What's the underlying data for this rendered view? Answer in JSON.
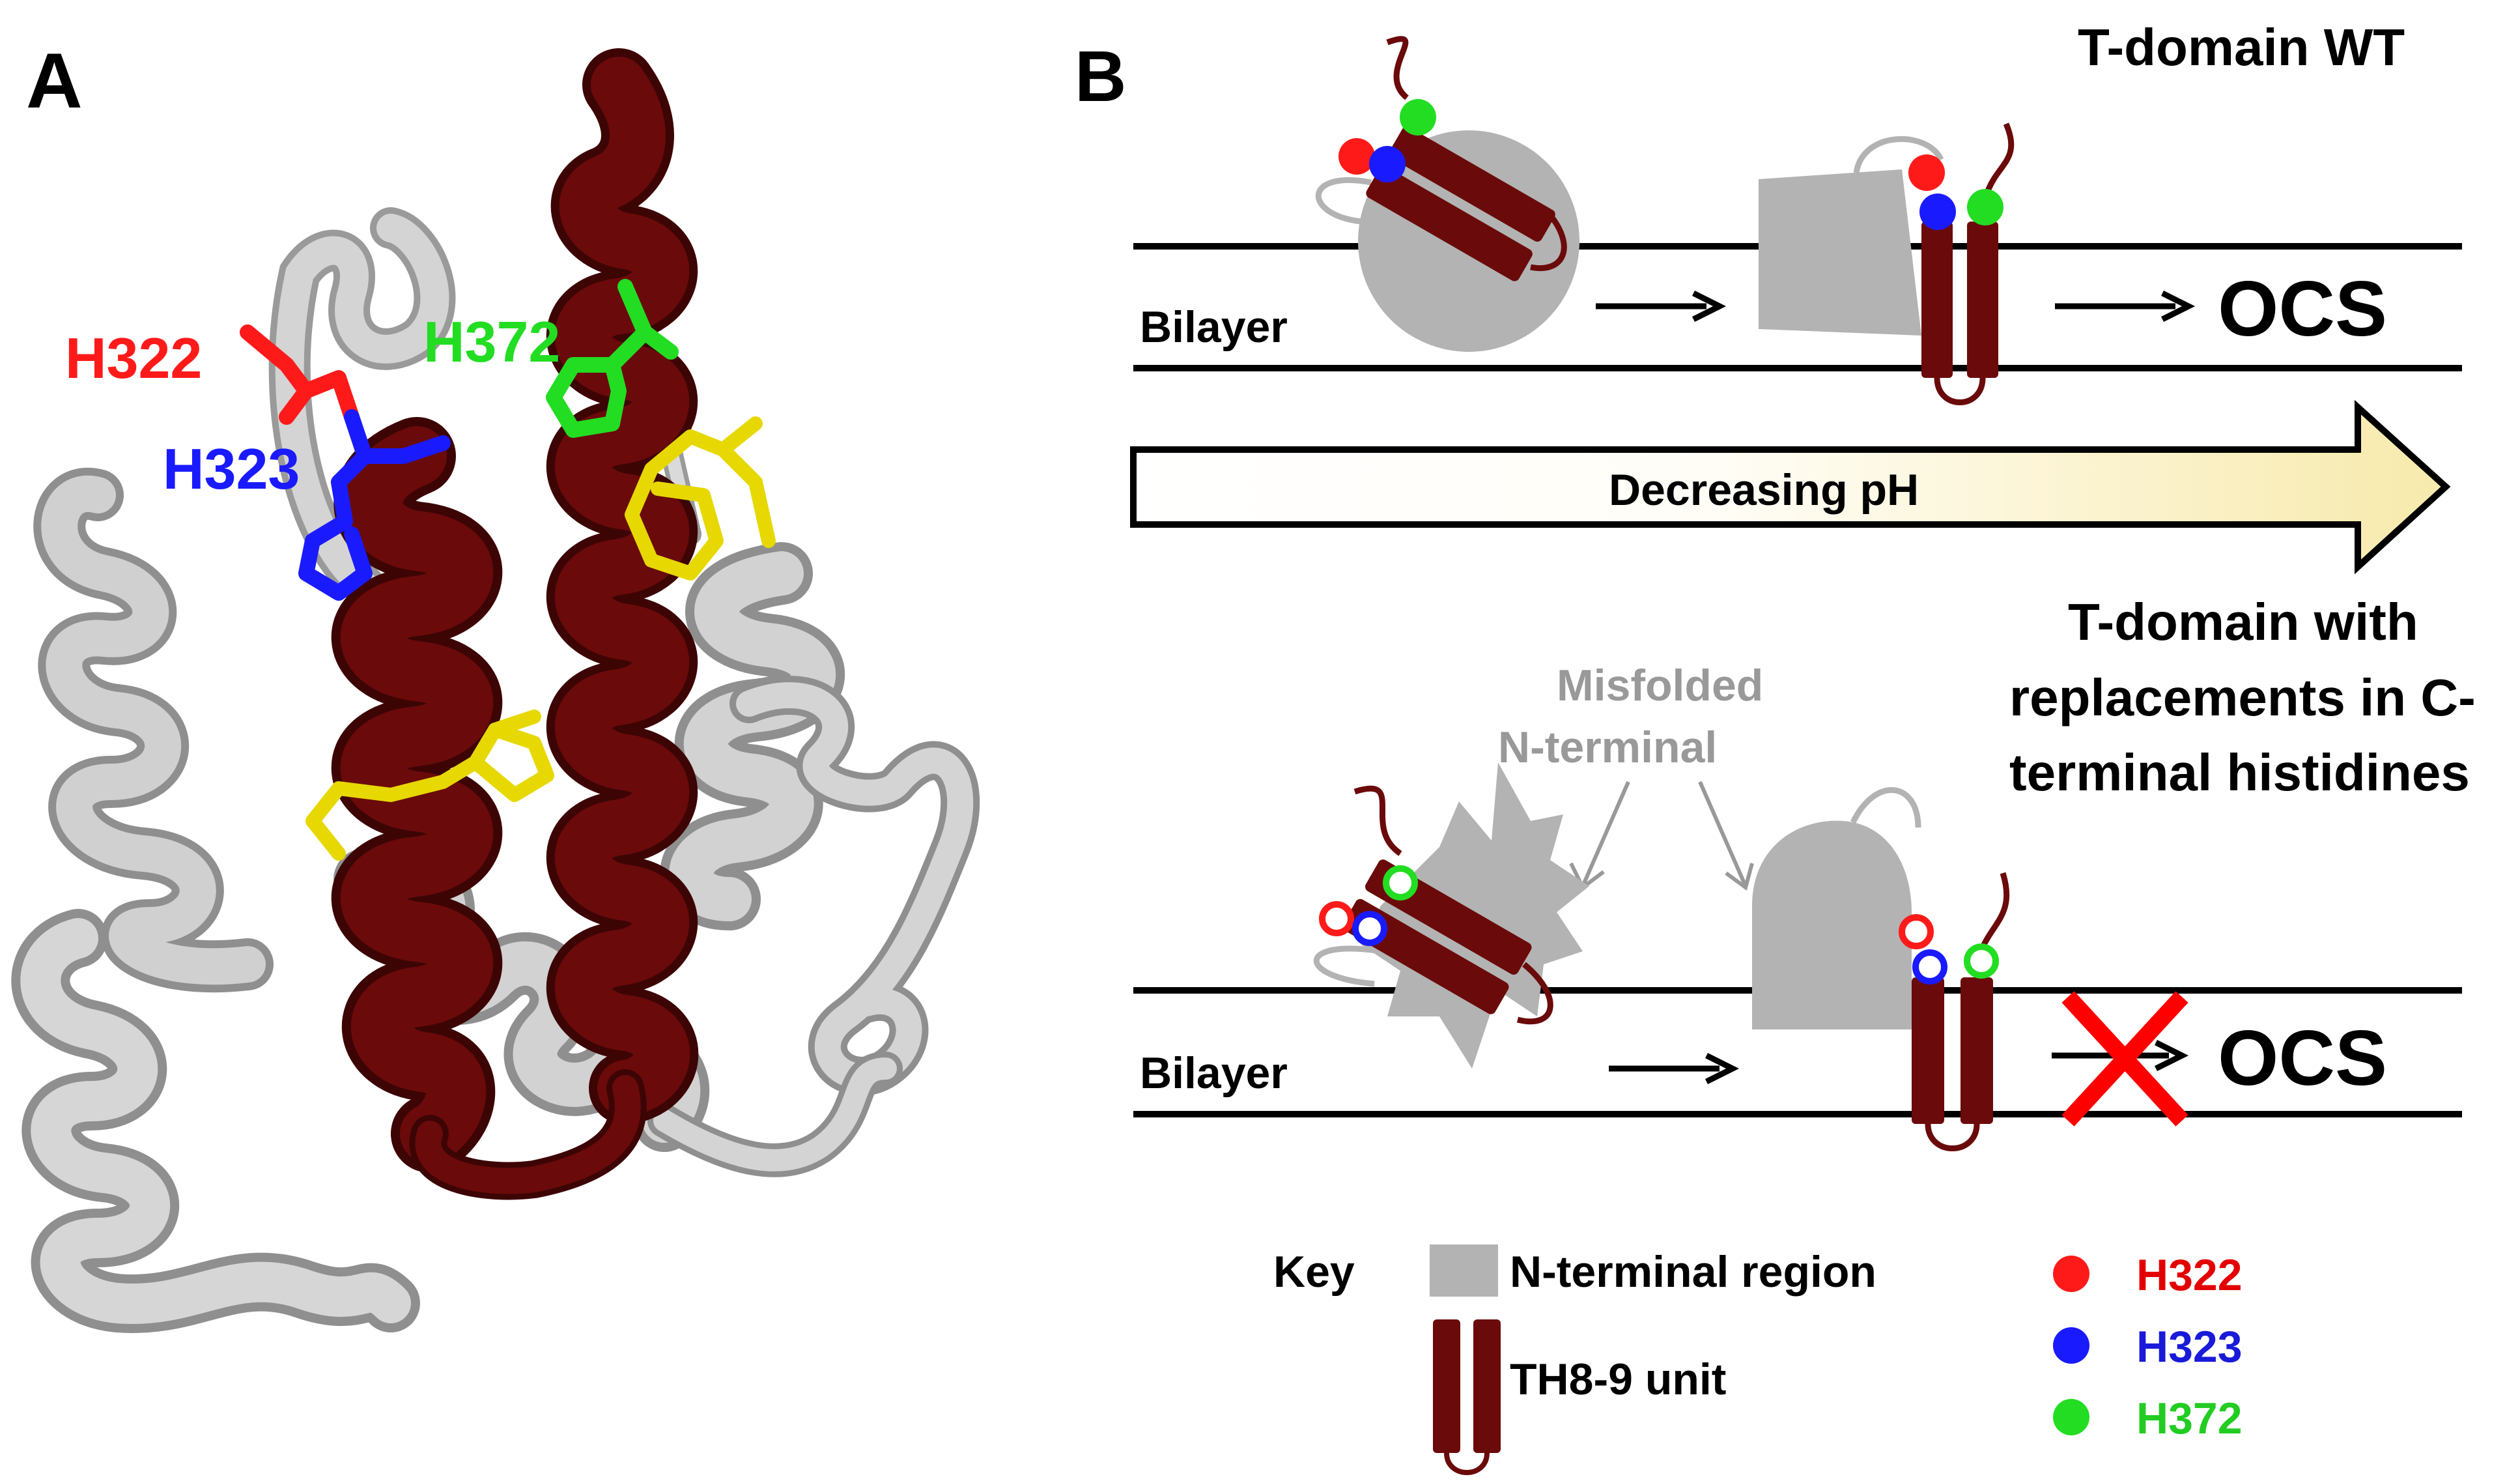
{
  "panel_a": {
    "label": "A",
    "residues": [
      {
        "name": "H322",
        "color": "#ff1a1a"
      },
      {
        "name": "H323",
        "color": "#1a1aff"
      },
      {
        "name": "H372",
        "color": "#22dd22"
      }
    ],
    "colors": {
      "helix_dark": "#6b0a0a",
      "helix_gray": "#c8c8c8",
      "side_yellow": "#f2e600"
    }
  },
  "panel_b": {
    "label": "B",
    "top": {
      "title": "T-domain WT",
      "bilayer": "Bilayer",
      "result": "OCS"
    },
    "arrow": {
      "label": "Decreasing pH"
    },
    "bottom": {
      "title_lines": [
        "T-domain with",
        "replacements in C-",
        "terminal histidines"
      ],
      "misfolded_lines": [
        "Misfolded",
        "N-terminal"
      ],
      "bilayer": "Bilayer",
      "result": "OCS"
    },
    "key": {
      "title": "Key",
      "n_terminal": "N-terminal region",
      "th89": "TH8-9 unit",
      "h322": "H322",
      "h323": "H323",
      "h372": "H372"
    }
  },
  "colors": {
    "red": "#ff1a1a",
    "blue": "#1a1aff",
    "green": "#22dd22",
    "gray": "#b3b3b3",
    "dark_red": "#6b0a0a",
    "key_red_text": "#e30000",
    "key_blue_text": "#1a1ad9",
    "key_green_text": "#22cc22",
    "misfolded_text": "#999999"
  }
}
